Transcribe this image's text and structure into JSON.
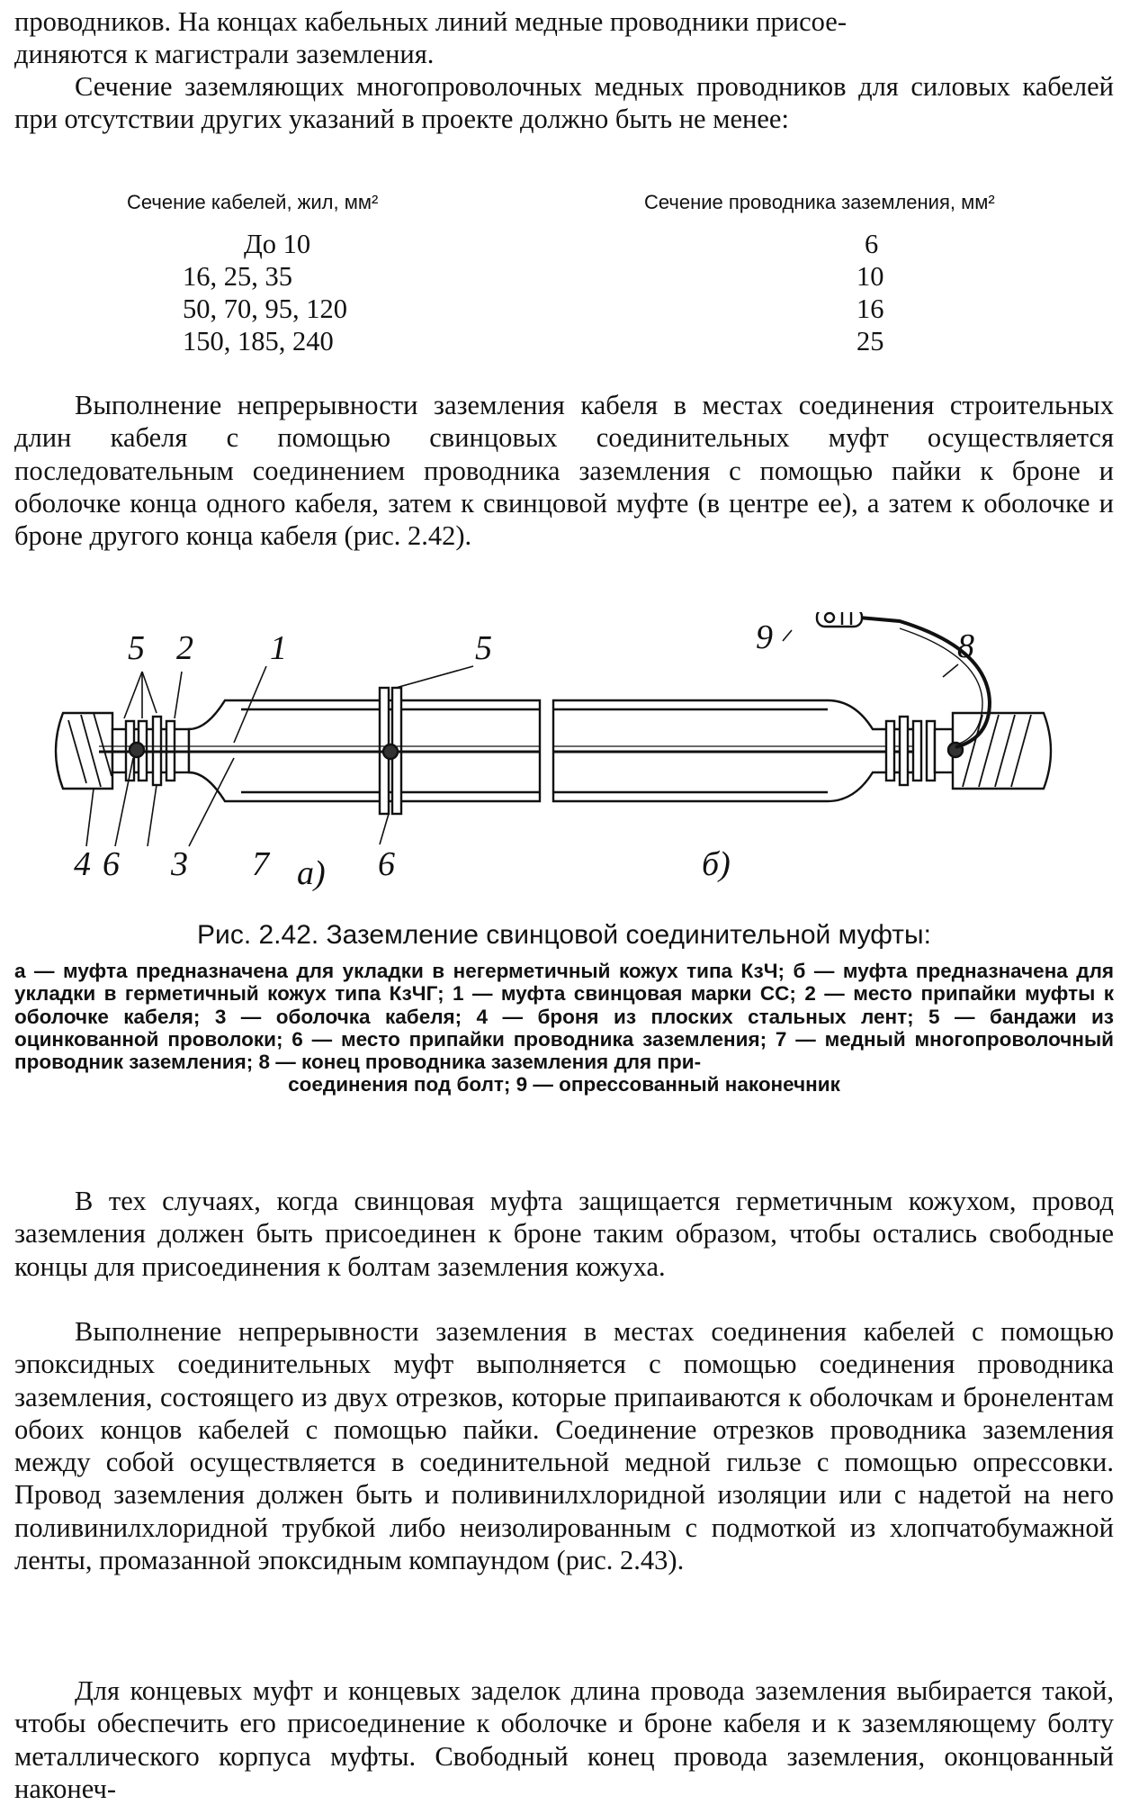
{
  "intro": {
    "line1": "проводников. На концах кабельных линий медные проводники присое-",
    "line2": "диняются к магистрали заземления."
  },
  "para1": "Сечение заземляющих многопроволочных медных проводников для силовых кабелей при отсутствии других указаний в проекте должно быть не менее:",
  "table": {
    "col1_header": "Сечение кабелей, жил, мм²",
    "col2_header": "Сечение проводника заземления, мм²",
    "rows": [
      {
        "cable": "До 10",
        "ground": "6"
      },
      {
        "cable": "16, 25, 35",
        "ground": "10"
      },
      {
        "cable": "50, 70, 95, 120",
        "ground": "16"
      },
      {
        "cable": "150, 185, 240",
        "ground": "25"
      }
    ]
  },
  "para2": "Выполнение непрерывности заземления кабеля в местах соединения строительных длин кабеля с помощью свинцовых соединительных муфт осуществляется последовательным соединением проводника заземления с помощью пайки к броне и оболочке конца одного кабеля, затем к свинцовой муфте (в центре ее), а затем к оболочке и броне другого конца кабеля (рис. 2.42).",
  "figure": {
    "labels": {
      "n5a": "5",
      "n2": "2",
      "n1": "1",
      "n5b": "5",
      "n9": "9",
      "n8": "8",
      "n4": "4",
      "n6a": "6",
      "n3": "3",
      "n7": "7",
      "n6b": "6",
      "part_a": "а)",
      "part_b": "б)"
    },
    "caption": "Рис. 2.42. Заземление свинцовой соединительной муфты:",
    "legend_main": "а — муфта предназначена для укладки в негерметичный кожух типа КзЧ; б — муфта предназначена для укладки в герметичный кожух типа КзЧГ; 1 — муфта свинцовая марки СС; 2 — место припайки муфты к оболочке кабеля; 3 — оболочка кабеля; 4 — броня из плоских стальных лент; 5 — бандажи из оцинкованной проволоки; 6 — место припайки проводника заземления; 7 — медный многопроволочный проводник заземления; 8 — конец проводника заземления для при-",
    "legend_last": "соединения под болт; 9 — опрессованный наконечник"
  },
  "para3": "В тех случаях, когда свинцовая муфта защищается герметичным кожухом, провод заземления должен быть присоединен к броне таким образом, чтобы остались свободные концы для присоединения к болтам заземления кожуха.",
  "para4": "Выполнение непрерывности заземления в местах соединения кабелей с помощью эпоксидных соединительных муфт выполняется с помощью соединения проводника заземления, состоящего из двух отрезков, которые припаиваются к оболочкам и бронелентам обоих концов кабелей с помощью пайки. Соединение отрезков проводника заземления между собой осуществляется в соединительной медной гильзе с помощью опрессовки. Провод заземления должен быть и поливинилхлоридной изоляции или с надетой на него поливинилхлоридной трубкой либо неизолированным с подмоткой из хлопчатобумажной ленты, промазанной эпоксидным компаундом (рис. 2.43).",
  "para5": "Для концевых муфт и концевых заделок длина провода заземления выбирается такой, чтобы обеспечить его присоединение к оболочке и броне кабеля и к заземляющему болту металлического корпуса муфты. Свободный конец провода заземления, оконцованный наконеч-"
}
